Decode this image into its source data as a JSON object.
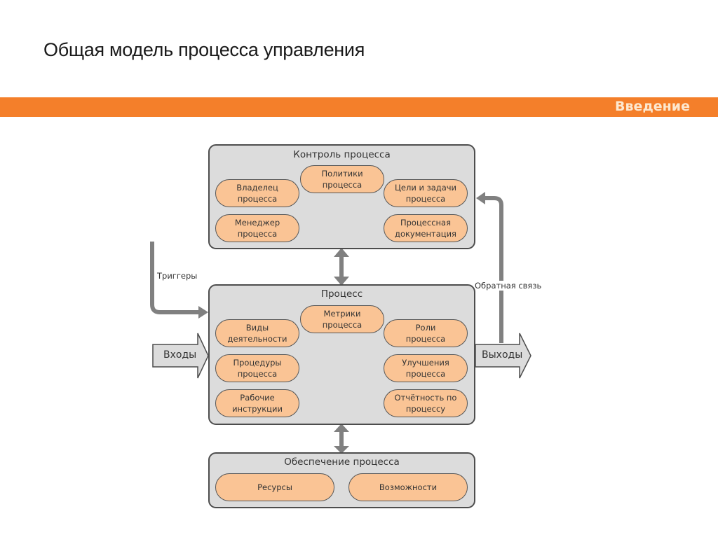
{
  "slide": {
    "title": "Общая модель процесса управления",
    "section_label": "Введение"
  },
  "diagram": {
    "control": {
      "title": "Контроль процесса",
      "items": [
        "Политики\nпроцесса",
        "Владелец\nпроцесса",
        "Цели и задачи\nпроцесса",
        "Менеджер\nпроцесса",
        "Процессная\nдокументация"
      ]
    },
    "process": {
      "title": "Процесс",
      "items": [
        "Метрики\nпроцесса",
        "Виды\nдеятельности",
        "Роли\nпроцесса",
        "Процедуры\nпроцесса",
        "Улучшения\nпроцесса",
        "Рабочие\nинструкции",
        "Отчётность по\nпроцессу"
      ]
    },
    "support": {
      "title": "Обеспечение процесса",
      "items": [
        "Ресурсы",
        "Возможности"
      ]
    },
    "flows": {
      "triggers": "Триггеры",
      "inputs": "Входы",
      "outputs": "Выходы",
      "feedback": "Обратная связь"
    },
    "colors": {
      "accent": "#f47f2a",
      "pill": "#fac495",
      "box": "#dcdcdc",
      "arrow": "#808080"
    }
  }
}
